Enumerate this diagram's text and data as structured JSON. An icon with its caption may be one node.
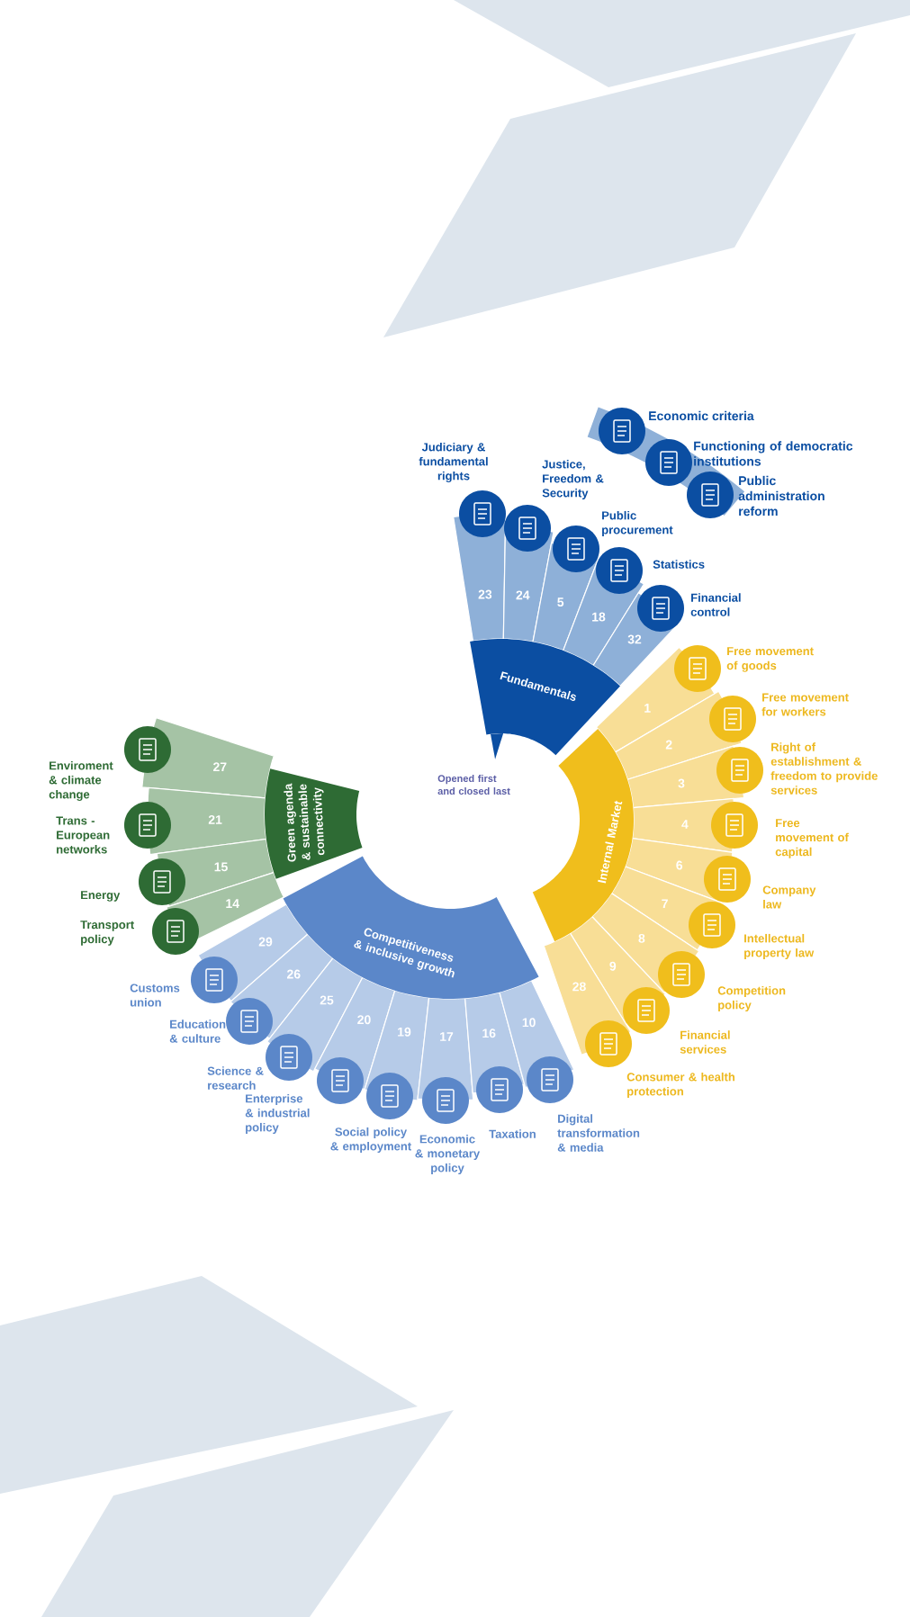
{
  "diagram": {
    "nodes": [
      {
        "text": [
          "Fundamentals"
        ]
      },
      {
        "text": [
          "23"
        ],
        "beside": [
          "Judiciary & fundamental rights"
        ]
      },
      {
        "text": [
          "24"
        ],
        "beside": [
          "Justice, Freedom & Security"
        ]
      },
      {
        "text": [
          "5"
        ],
        "beside": [
          "Public procurement"
        ]
      },
      {
        "text": [
          "18"
        ],
        "beside": [
          "Statistics"
        ]
      },
      {
        "text": [
          "32"
        ],
        "beside": [
          "Financial control"
        ]
      },
      {
        "text": [
          "Internal Market"
        ]
      },
      {
        "text": [
          "1"
        ],
        "beside": [
          "Free movement of goods"
        ]
      },
      {
        "text": [
          "2"
        ],
        "beside": [
          "Free movement for workers"
        ]
      },
      {
        "text": [
          "3"
        ],
        "beside": [
          "Right of establishment & freedom to provide services"
        ]
      },
      {
        "text": [
          "4"
        ],
        "beside": [
          "Free movement of capital"
        ]
      },
      {
        "text": [
          "6"
        ],
        "beside": [
          "Company law"
        ]
      },
      {
        "text": [
          "7"
        ],
        "beside": [
          "Intellectual property law"
        ]
      },
      {
        "text": [
          "8"
        ],
        "beside": [
          "Competition policy"
        ]
      },
      {
        "text": [
          "9"
        ],
        "beside": [
          "Financial services"
        ]
      },
      {
        "text": [
          "28"
        ],
        "beside": [
          "Consumer & health protection"
        ]
      },
      {
        "text": [
          "Competitiveness & inclusive growth"
        ]
      },
      {
        "text": [
          "29"
        ],
        "beside": [
          "Customs union"
        ]
      },
      {
        "text": [
          "26"
        ],
        "beside": [
          "Education & culture"
        ]
      },
      {
        "text": [
          "25"
        ],
        "beside": [
          "Science & research"
        ]
      },
      {
        "text": [
          "20"
        ],
        "beside": [
          "Enterprise & industrial policy"
        ]
      },
      {
        "text": [
          "19"
        ],
        "beside": [
          "Social policy & employment"
        ]
      },
      {
        "text": [
          "17"
        ],
        "beside": [
          "Economic & monetary policy"
        ]
      },
      {
        "text": [
          "16"
        ],
        "beside": [
          "Taxation"
        ]
      },
      {
        "text": [
          "10"
        ],
        "beside": [
          "Digital transformation & media"
        ]
      },
      {
        "text": [
          "Green agenda & sustainable connectivity"
        ]
      },
      {
        "text": [
          "27"
        ],
        "beside": [
          "Enviroment & climate change"
        ]
      },
      {
        "text": [
          "21"
        ],
        "beside": [
          "Trans - European networks"
        ]
      },
      {
        "text": [
          "15"
        ],
        "beside": [
          "Energy"
        ]
      },
      {
        "text": [
          "14"
        ],
        "beside": [
          "Transport policy"
        ]
      }
    ],
    "labels": [
      "Economic criteria",
      "Functioning of democratic institutions",
      "Public administration reform",
      "Opened first and closed last"
    ]
  }
}
